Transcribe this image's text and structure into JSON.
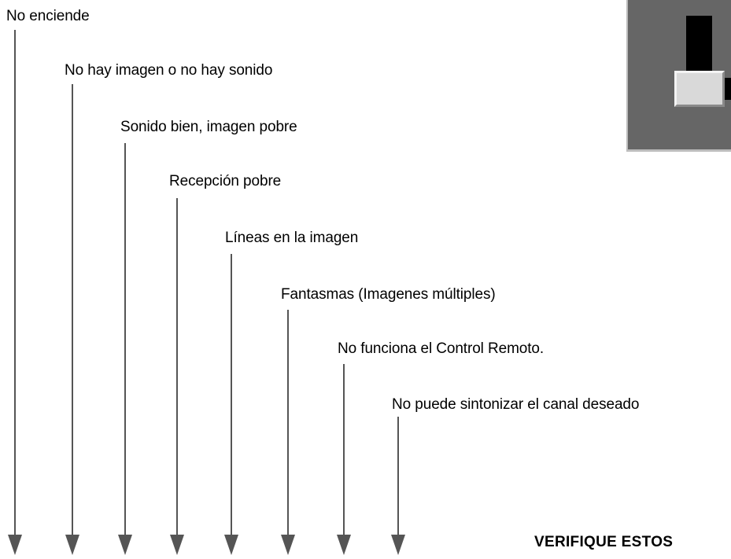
{
  "symptoms": [
    "No enciende",
    "No hay imagen o no hay sonido",
    "Sonido bien, imagen pobre",
    "Recepción pobre",
    "Líneas en la imagen",
    "Fantasmas (Imagenes múltiples)",
    "No funciona el Control Remoto.",
    "No puede sintonizar el canal deseado"
  ],
  "footer": "VERIFIQUE ESTOS",
  "colors": {
    "arrow": "#555555",
    "corner_bg": "#666666",
    "corner_bar": "#000000",
    "corner_key": "#d9d9d9"
  }
}
